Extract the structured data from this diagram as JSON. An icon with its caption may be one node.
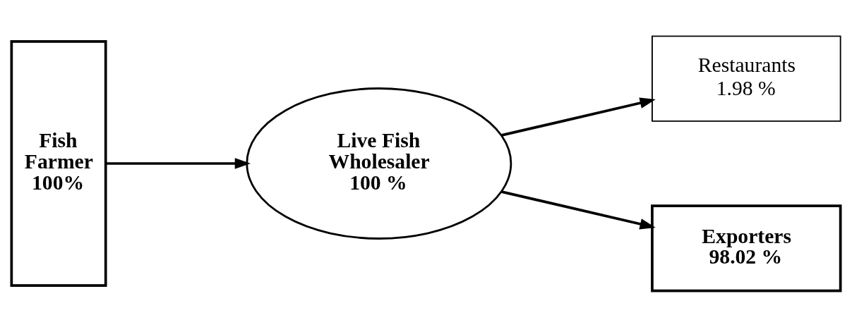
{
  "diagram": {
    "nodes": [
      {
        "text": [
          "Fish Farmer 100%"
        ]
      },
      {
        "text": [
          "Live Fish Wholesaler",
          "100 %"
        ]
      },
      {
        "text": [
          "Restaurants",
          "1.98 %"
        ]
      },
      {
        "text": [
          "Exporters",
          "98.02 %"
        ]
      }
    ],
    "edges": [
      {
        "from": 0,
        "to": 1,
        "arrow": "to"
      },
      {
        "from": 1,
        "to": 2,
        "arrow": "to"
      },
      {
        "from": 1,
        "to": 3,
        "arrow": "to"
      }
    ]
  }
}
